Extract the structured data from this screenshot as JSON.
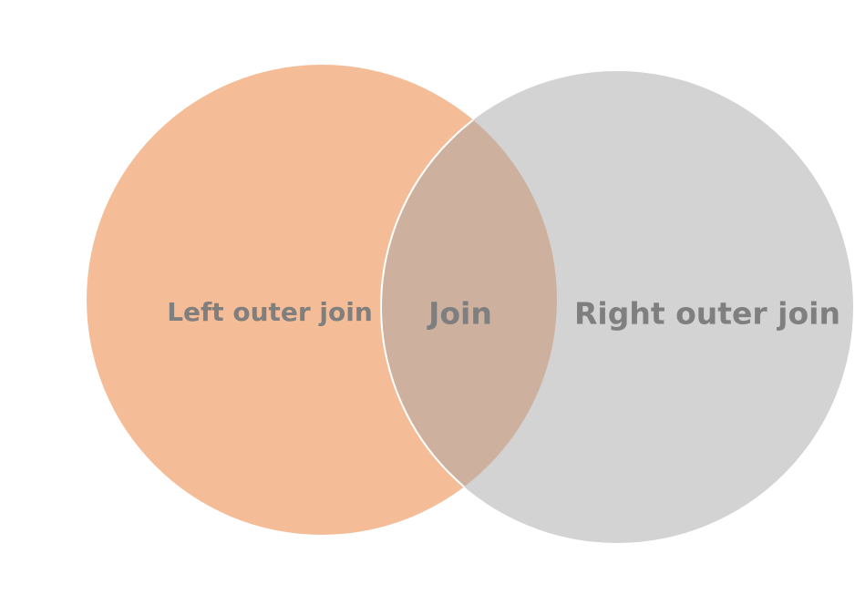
{
  "diagram": {
    "type": "venn",
    "left_set": {
      "label": "Left outer join",
      "color": "#f5bd97"
    },
    "right_set": {
      "label": "Right outer join",
      "color": "#d3d3d3"
    },
    "intersection": {
      "label": "Join",
      "color": "#ceb09f"
    },
    "outline_color": "#ffffff",
    "label_color": "#7f7f7f"
  }
}
